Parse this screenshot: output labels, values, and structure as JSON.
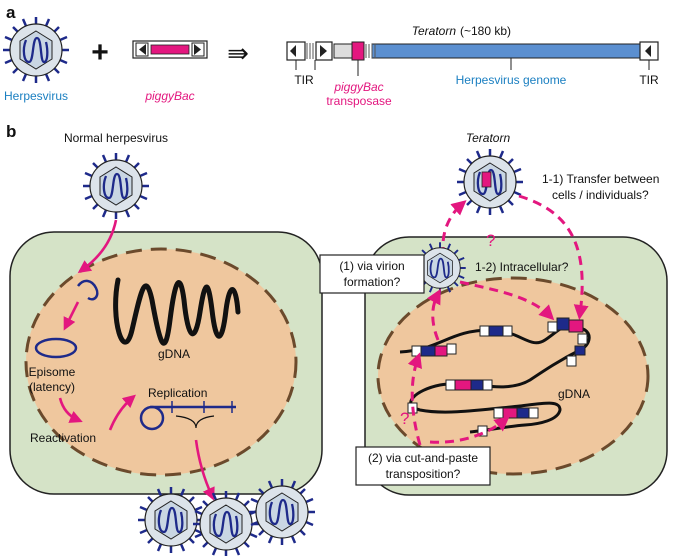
{
  "panel_a": {
    "label": "a",
    "herpesvirus_label": "Herpesvirus",
    "plus": "+",
    "piggybac_label": "piggyBac",
    "arrow": "⇛",
    "teratorn_title": "Teratorn",
    "teratorn_size": "(~180 kb)",
    "tir_left": "TIR",
    "tir_right": "TIR",
    "transposase_line1": "piggyBac",
    "transposase_line2": "transposase",
    "genome_label": "Herpesvirus genome"
  },
  "panel_b": {
    "label": "b",
    "normal_title": "Normal herpesvirus",
    "teratorn_title": "Teratorn",
    "gdna_left": "gDNA",
    "episome_line1": "Episome",
    "episome_line2": "(latency)",
    "reactivation": "Reactivation",
    "replication": "Replication",
    "transfer_line1": "1-1) Transfer between",
    "transfer_line2": "cells / individuals?",
    "intracellular": "1-2) Intracellular?",
    "virion_line1": "(1) via virion",
    "virion_line2": "formation?",
    "gdna_right": "gDNA",
    "cutpaste_line1": "(2) via cut-and-paste",
    "cutpaste_line2": "transposition?",
    "question": "?"
  },
  "colors": {
    "magenta": "#e3177f",
    "navy": "#1e2a8a",
    "blue_label": "#1a7fc1",
    "genome_bar": "#5b8fd0",
    "cell": "#d5e3c7",
    "nucleus": "#efc79e"
  }
}
